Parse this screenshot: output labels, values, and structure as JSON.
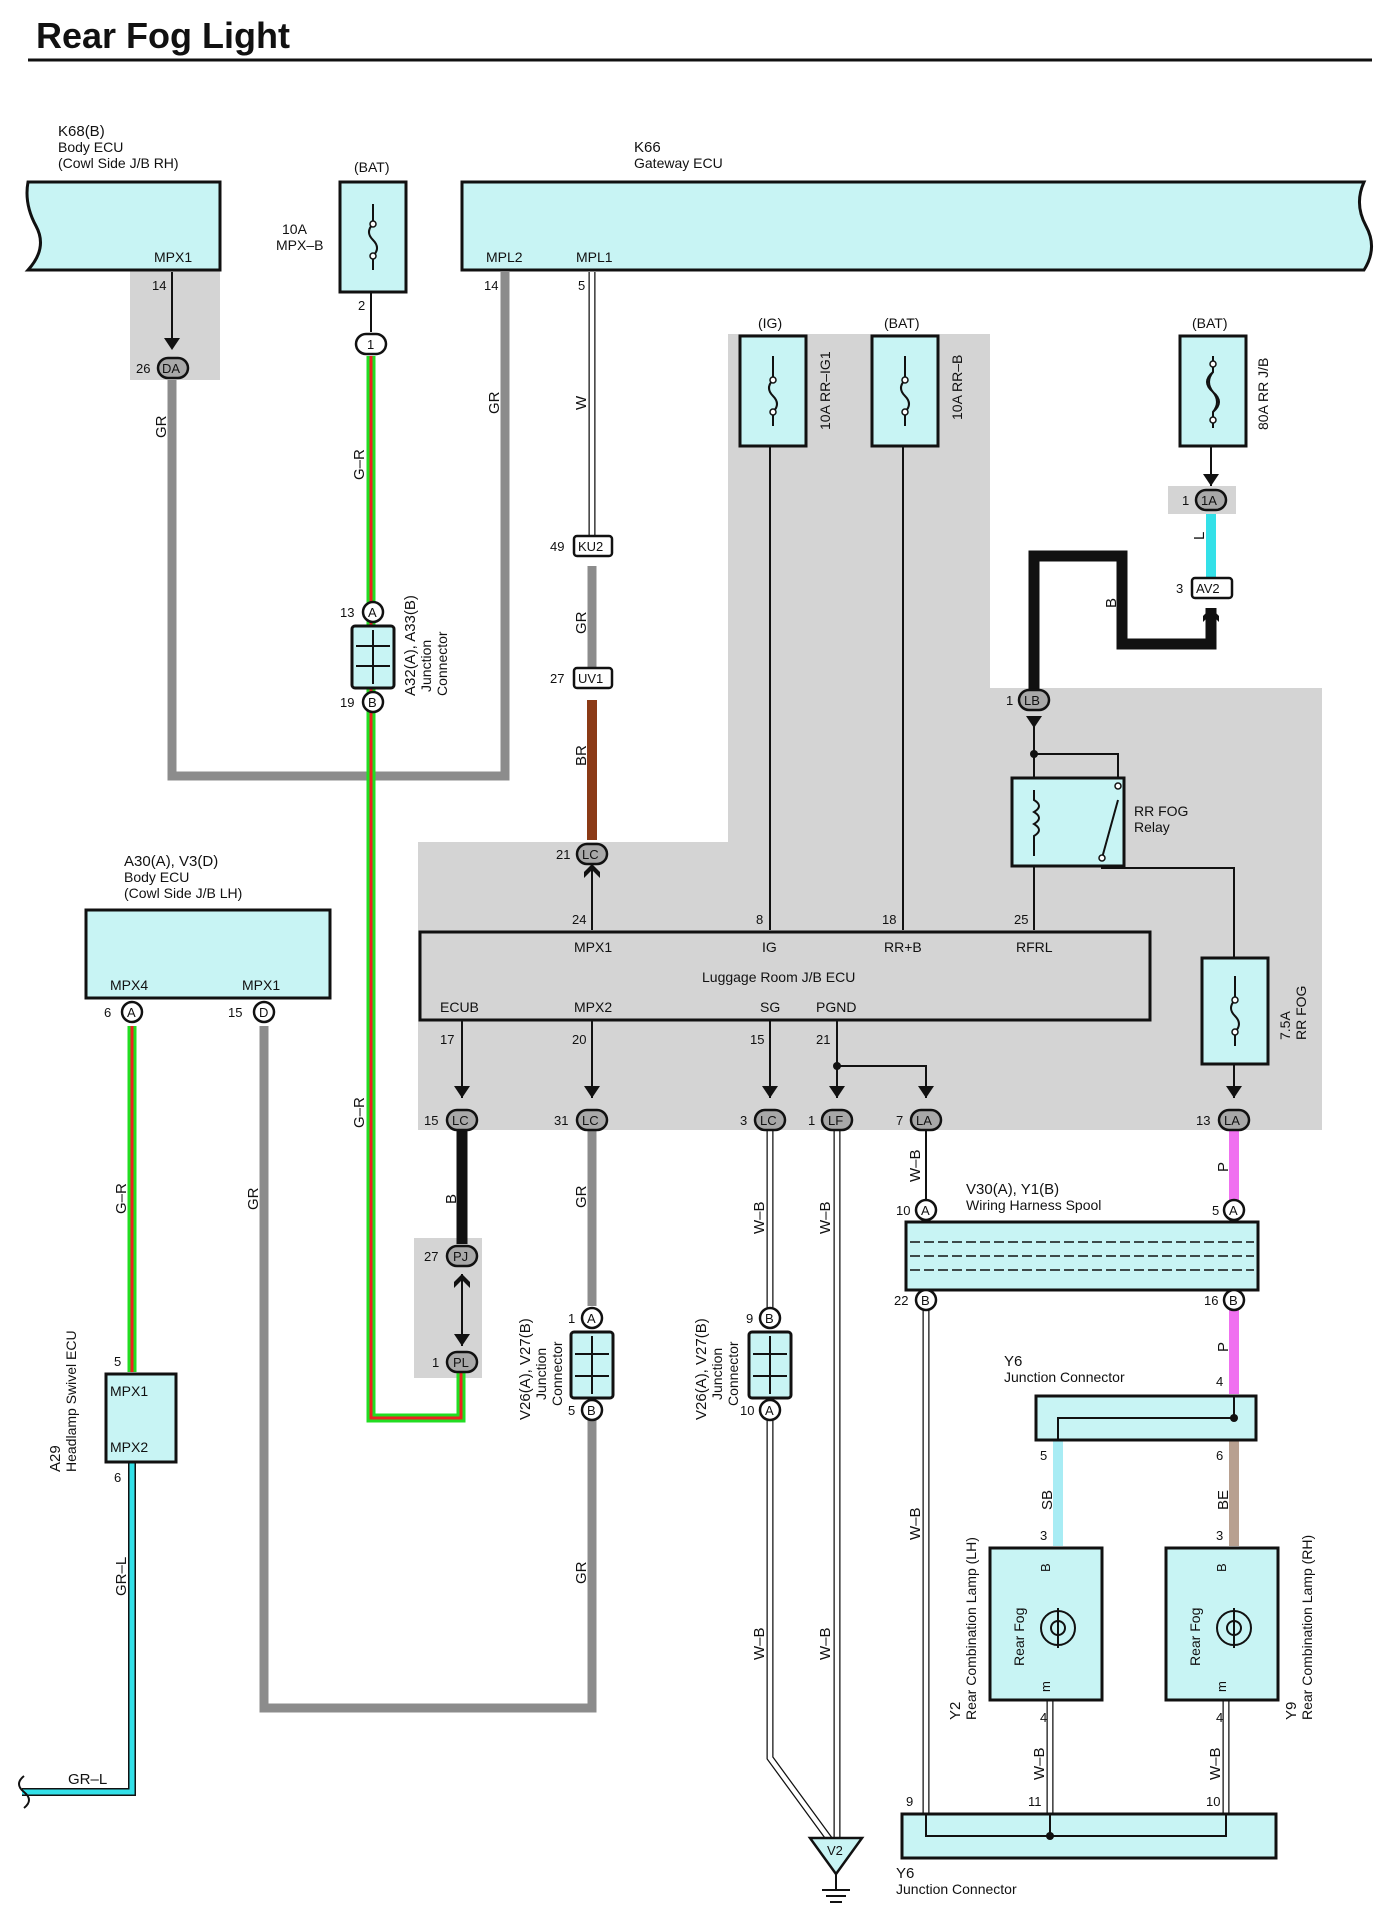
{
  "title": "Rear Fog Light",
  "components": {
    "k68": {
      "code": "K68(B)",
      "name": "Body ECU",
      "sub": "(Cowl Side J/B RH)",
      "pin_name": "MPX1",
      "pin": "14"
    },
    "bat_top": "(BAT)",
    "fuse_mpxb": {
      "rating": "10A",
      "name": "MPX–B",
      "pin": "2"
    },
    "k66": {
      "code": "K66",
      "name": "Gateway ECU",
      "pin_mpl2": "MPL2",
      "pin_mpl1": "MPL1",
      "num_mpl2": "14",
      "num_mpl1": "5"
    },
    "fuse_ig": {
      "supply": "(IG)",
      "name": "10A RR–IG1"
    },
    "fuse_rrb": {
      "supply": "(BAT)",
      "name": "10A RR–B"
    },
    "fuse_80a": {
      "supply": "(BAT)",
      "name": "80A RR J/B"
    },
    "a32": {
      "code": "A32(A), A33(B)",
      "name1": "Junction",
      "name2": "Connector",
      "pin_top": "13",
      "pin_bot": "19",
      "let_top": "A",
      "let_bot": "B"
    },
    "a30": {
      "code": "A30(A), V3(D)",
      "name": "Body ECU",
      "sub": "(Cowl Side J/B LH)",
      "pin_left": "MPX4",
      "pin_right": "MPX1",
      "num_left": "6",
      "num_right": "15",
      "let_left": "A",
      "let_right": "D"
    },
    "relay": {
      "name": "RR FOG",
      "name2": "Relay"
    },
    "ecu": {
      "name": "Luggage Room J/B ECU",
      "pin_mpx1": "MPX1",
      "pin_ig": "IG",
      "pin_rrb": "RR+B",
      "pin_rfrl": "RFRL",
      "pin_ecub": "ECUB",
      "pin_mpx2": "MPX2",
      "pin_sg": "SG",
      "pin_pgnd": "PGND",
      "num_24": "24",
      "num_8": "8",
      "num_18": "18",
      "num_25": "25",
      "num_17": "17",
      "num_20": "20",
      "num_15": "15",
      "num_21": "21"
    },
    "fuse_rrfog": {
      "name": "7.5A",
      "name2": "RR FOG"
    },
    "a29": {
      "code": "A29",
      "name": "Headlamp Swivel ECU",
      "pin1": "MPX1",
      "pin2": "MPX2",
      "num1": "5",
      "num2": "6"
    },
    "v26a": {
      "code": "V26(A), V27(B)",
      "name1": "Junction",
      "name2": "Connector",
      "pin_top": "1",
      "pin_bot": "5",
      "let_top": "A",
      "let_bot": "B"
    },
    "v26b": {
      "code": "V26(A), V27(B)",
      "name1": "Junction",
      "name2": "Connector",
      "pin_top": "9",
      "pin_bot": "10",
      "let_top": "B",
      "let_bot": "A"
    },
    "v30": {
      "code": "V30(A), Y1(B)",
      "name": "Wiring Harness Spool",
      "p10": "10",
      "p5": "5",
      "p22": "22",
      "p16": "16",
      "lA": "A",
      "lB": "B"
    },
    "y6_top": {
      "code": "Y6",
      "name": "Junction Connector",
      "p4": "4",
      "p5": "5",
      "p6": "6"
    },
    "y2": {
      "code": "Y2",
      "name": "Rear Combination Lamp (LH)",
      "lamp": "Rear Fog",
      "pB": "B",
      "pm": "m",
      "n3": "3",
      "n4": "4"
    },
    "y9": {
      "code": "Y9",
      "name": "Rear Combination Lamp (RH)",
      "lamp": "Rear Fog",
      "pB": "B",
      "pm": "m",
      "n3": "3",
      "n4": "4"
    },
    "y6_bot": {
      "code": "Y6",
      "name": "Junction Connector",
      "p9": "9",
      "p11": "11",
      "p10": "10"
    },
    "ground": "V2"
  },
  "connectors": {
    "da": {
      "id": "DA",
      "num": "26"
    },
    "c1": {
      "id": "1"
    },
    "ku2": {
      "id": "KU2",
      "num": "49"
    },
    "uv1": {
      "id": "UV1",
      "num": "27"
    },
    "lc21": {
      "id": "LC",
      "num": "21"
    },
    "la1": {
      "id": "1A",
      "num": "1"
    },
    "av2": {
      "id": "AV2",
      "num": "3"
    },
    "lb": {
      "id": "LB",
      "num": "1"
    },
    "lc15": {
      "id": "LC",
      "num": "15"
    },
    "lc31": {
      "id": "LC",
      "num": "31"
    },
    "lc3": {
      "id": "LC",
      "num": "3"
    },
    "lf": {
      "id": "LF",
      "num": "1"
    },
    "la7": {
      "id": "LA",
      "num": "7"
    },
    "la13": {
      "id": "LA",
      "num": "13"
    },
    "pj": {
      "id": "PJ",
      "num": "27"
    },
    "pl": {
      "id": "PL",
      "num": "1"
    }
  },
  "wire_labels": {
    "gr": "GR",
    "gr_r": "G–R",
    "w": "W",
    "br": "BR",
    "b": "B",
    "l": "L",
    "w_b": "W–B",
    "p": "P",
    "sb": "SB",
    "be": "BE",
    "gr_l": "GR–L"
  },
  "colors": {
    "panel": "#c8f4f4",
    "shade": "#d4d4d4",
    "wire_gr": "#8c8c8c",
    "wire_green": "#22dd22",
    "wire_red": "#ee2222",
    "wire_br": "#8b3a16",
    "wire_b": "#111111",
    "wire_l": "#33e0e8",
    "wire_p": "#f070f0",
    "wire_sb": "#a8ecf4",
    "wire_be": "#b8a090"
  }
}
